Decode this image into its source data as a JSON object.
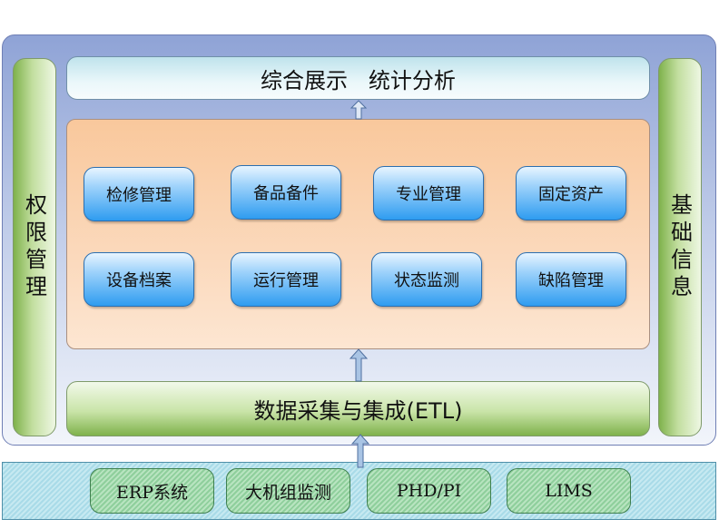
{
  "left_panel": {
    "label": "权限管理"
  },
  "right_panel": {
    "label": "基础信息"
  },
  "top_bar": {
    "label": "综合展示   统计分析"
  },
  "modules": [
    {
      "label": "检修管理"
    },
    {
      "label": "备品备件"
    },
    {
      "label": "专业管理"
    },
    {
      "label": "固定资产"
    },
    {
      "label": "设备档案"
    },
    {
      "label": "运行管理"
    },
    {
      "label": "状态监测"
    },
    {
      "label": "缺陷管理"
    }
  ],
  "etl_bar": {
    "label": "数据采集与集成(ETL)"
  },
  "sources": [
    {
      "label": "ERP系统"
    },
    {
      "label": "大机组监测"
    },
    {
      "label": "PHD/PI"
    },
    {
      "label": "LIMS"
    }
  ],
  "colors": {
    "frame": "#8fa3d6",
    "side_panels": "#7fb24c",
    "core": "#f9c89c",
    "modules": "#2e9cf0",
    "sources": "#8fcf9c"
  }
}
